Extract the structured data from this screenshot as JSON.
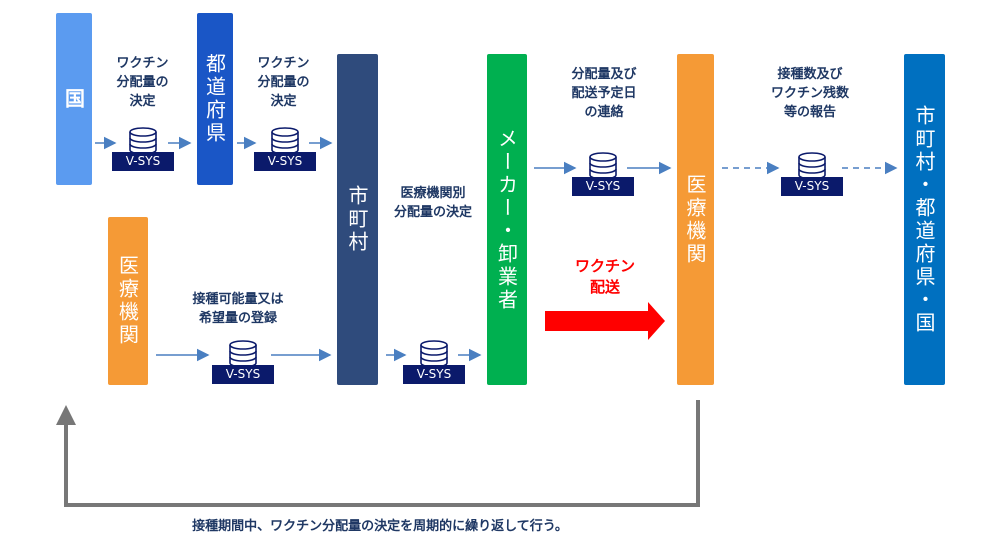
{
  "nodes": {
    "kuni": "国",
    "todofuken": "都道府県",
    "shichoson": "市町村",
    "iryo_left": "医療機関",
    "maker": "メーカー・卸業者",
    "iryo_right": "医療機関",
    "report_target": "市町村・都道府県・国"
  },
  "labels": {
    "kuni_to_pref": [
      "ワクチン",
      "分配量の",
      "決定"
    ],
    "pref_to_city": [
      "ワクチン",
      "分配量の",
      "決定"
    ],
    "register": [
      "接種可能量又は",
      "希望量の登録"
    ],
    "city_decision": [
      "医療機関別",
      "分配量の決定"
    ],
    "maker_notice": [
      "分配量及び",
      "配送予定日",
      "の連絡"
    ],
    "report": [
      "接種数及び",
      "ワクチン残数",
      "等の報告"
    ],
    "delivery": [
      "ワクチン",
      "配送"
    ]
  },
  "system_tag": "V-SYS",
  "footer": "接種期間中、ワクチン分配量の決定を周期的に繰り返して行う。",
  "colors": {
    "kuni": "#5b9bf0",
    "todofuken": "#1a56c6",
    "shichoson": "#2f4b7c",
    "maker": "#00b050",
    "iryo": "#f59a36",
    "report_target": "#0070c0",
    "text": "#1f3864",
    "delivery": "#ff0000"
  }
}
